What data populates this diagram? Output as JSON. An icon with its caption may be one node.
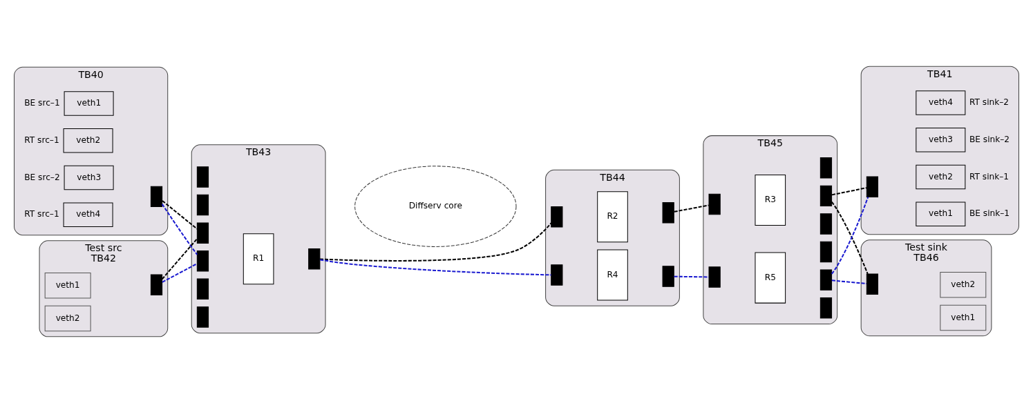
{
  "diagram": {
    "nodes": [
      {
        "text": [
          "TB40"
        ]
      },
      {
        "text": [
          "veth1"
        ],
        "in": 0,
        "beside": [
          "BE src–1"
        ]
      },
      {
        "text": [
          "veth2"
        ],
        "in": 0,
        "beside": [
          "RT src–1"
        ]
      },
      {
        "text": [
          "veth3"
        ],
        "in": 0,
        "beside": [
          "BE src–2"
        ]
      },
      {
        "text": [
          "veth4"
        ],
        "in": 0,
        "beside": [
          "RT src–1"
        ]
      },
      {
        "text": [],
        "shape": "box",
        "in": 0
      },
      {
        "text": [
          "TB41"
        ]
      },
      {
        "text": [
          "veth1"
        ],
        "in": 6,
        "beside": [
          "BE sink–1"
        ]
      },
      {
        "text": [
          "veth2"
        ],
        "in": 6,
        "beside": [
          "RT sink–1"
        ]
      },
      {
        "text": [
          "veth3"
        ],
        "in": 6,
        "beside": [
          "BE sink–2"
        ]
      },
      {
        "text": [
          "veth4"
        ],
        "in": 6,
        "beside": [
          "RT sink–2"
        ]
      },
      {
        "text": [],
        "shape": "box",
        "in": 6
      },
      {
        "text": [
          "Test src",
          "TB42"
        ]
      },
      {
        "text": [
          "veth1"
        ],
        "in": 12
      },
      {
        "text": [
          "veth2"
        ],
        "in": 12
      },
      {
        "text": [],
        "shape": "box",
        "in": 12
      },
      {
        "text": [
          "Diffserv core"
        ]
      },
      {
        "text": [
          "TB43"
        ]
      },
      {
        "text": [
          "R1"
        ],
        "in": 17
      },
      {
        "text": [],
        "shape": "box",
        "in": 17
      },
      {
        "text": [],
        "shape": "box",
        "in": 17
      },
      {
        "text": [],
        "shape": "box",
        "in": 17
      },
      {
        "text": [],
        "shape": "box",
        "in": 17
      },
      {
        "text": [],
        "shape": "box",
        "in": 17
      },
      {
        "text": [],
        "shape": "box",
        "in": 17
      },
      {
        "text": [],
        "shape": "box",
        "in": 17
      },
      {
        "text": [
          "TB44"
        ]
      },
      {
        "text": [
          "R2"
        ],
        "in": 26
      },
      {
        "text": [],
        "shape": "box",
        "in": 26
      },
      {
        "text": [],
        "shape": "box",
        "in": 26
      },
      {
        "text": [
          "R4"
        ],
        "in": 26
      },
      {
        "text": [],
        "shape": "box",
        "in": 26
      },
      {
        "text": [],
        "shape": "box",
        "in": 26
      },
      {
        "text": [
          "TB45"
        ]
      },
      {
        "text": [
          "R3"
        ],
        "in": 33
      },
      {
        "text": [],
        "shape": "box",
        "in": 33
      },
      {
        "text": [],
        "shape": "box",
        "in": 33
      },
      {
        "text": [],
        "shape": "box",
        "in": 33
      },
      {
        "text": [],
        "shape": "box",
        "in": 33
      },
      {
        "text": [
          "R5"
        ],
        "in": 33
      },
      {
        "text": [],
        "shape": "box",
        "in": 33
      },
      {
        "text": [],
        "shape": "box",
        "in": 33
      },
      {
        "text": [],
        "shape": "box",
        "in": 33
      },
      {
        "text": [],
        "shape": "box",
        "in": 33
      },
      {
        "text": [
          "Test sink",
          "TB46"
        ]
      },
      {
        "text": [
          "veth1"
        ],
        "in": 44
      },
      {
        "text": [
          "veth2"
        ],
        "in": 44
      },
      {
        "text": [],
        "shape": "box",
        "in": 44
      }
    ],
    "edges": [
      {
        "from": 5,
        "to": 21,
        "arrow": "none",
        "style": "dashed",
        "color": "#000000"
      },
      {
        "from": 15,
        "to": 21,
        "arrow": "none",
        "style": "dashed",
        "color": "#000000"
      },
      {
        "from": 5,
        "to": 22,
        "arrow": "none",
        "style": "dashed",
        "color": "#1a1ad0"
      },
      {
        "from": 15,
        "to": 22,
        "arrow": "none",
        "style": "dashed",
        "color": "#1a1ad0"
      },
      {
        "from": 25,
        "to": 28,
        "arrow": "none",
        "style": "dashed",
        "color": "#000000"
      },
      {
        "from": 25,
        "to": 31,
        "arrow": "none",
        "style": "dashed",
        "color": "#1a1ad0"
      },
      {
        "from": 29,
        "to": 35,
        "arrow": "none",
        "style": "dashed",
        "color": "#000000"
      },
      {
        "from": 32,
        "to": 40,
        "arrow": "none",
        "style": "dashed",
        "color": "#1a1ad0"
      },
      {
        "from": 37,
        "to": 11,
        "arrow": "none",
        "style": "dashed",
        "color": "#000000"
      },
      {
        "from": 37,
        "to": 47,
        "arrow": "none",
        "style": "dashed",
        "color": "#000000"
      },
      {
        "from": 42,
        "to": 11,
        "arrow": "none",
        "style": "dashed",
        "color": "#1a1ad0"
      },
      {
        "from": 42,
        "to": 47,
        "arrow": "none",
        "style": "dashed",
        "color": "#1a1ad0"
      }
    ]
  }
}
